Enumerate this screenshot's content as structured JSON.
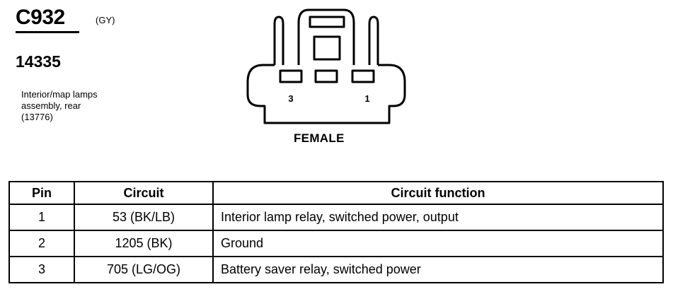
{
  "connector": {
    "id": "C932",
    "color": "(GY)",
    "part_number": "14335",
    "description": [
      "Interior/map lamps",
      "assembly, rear",
      "(13776)"
    ]
  },
  "diagram": {
    "view_label": "FEMALE",
    "pin_labels": [
      "3",
      "1"
    ]
  },
  "table": {
    "headers": [
      "Pin",
      "Circuit",
      "Circuit function"
    ],
    "rows": [
      {
        "pin": "1",
        "circuit": "53 (BK/LB)",
        "function": "Interior lamp relay, switched power, output"
      },
      {
        "pin": "2",
        "circuit": "1205 (BK)",
        "function": "Ground"
      },
      {
        "pin": "3",
        "circuit": "705 (LG/OG)",
        "function": "Battery saver relay, switched power"
      }
    ]
  }
}
